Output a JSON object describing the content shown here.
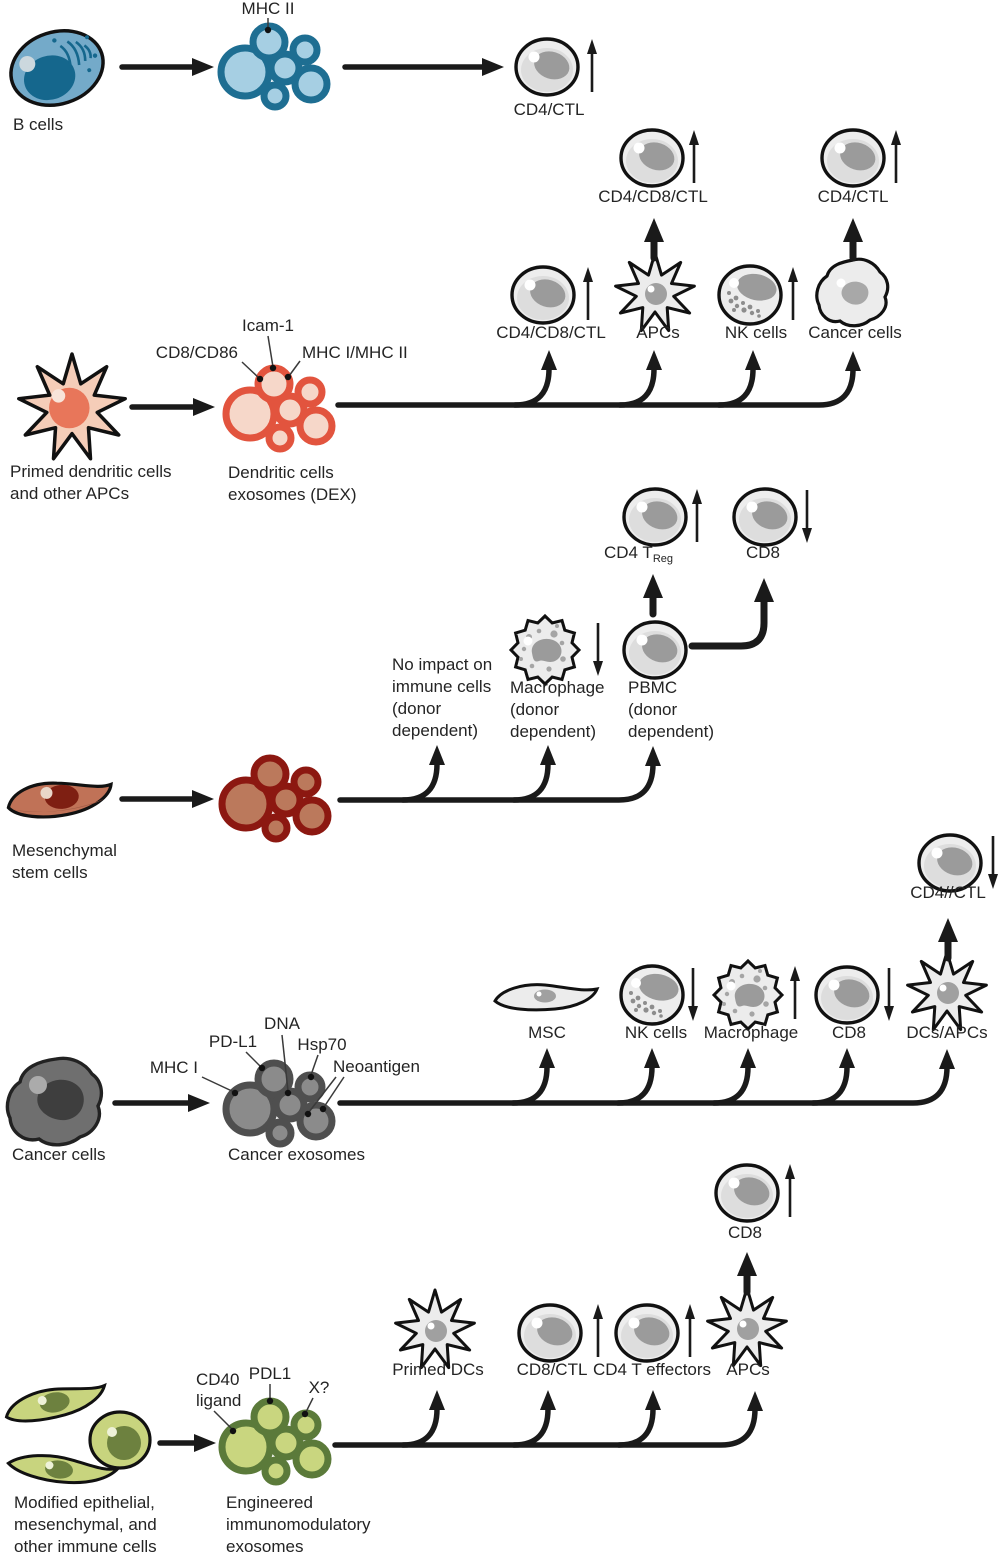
{
  "figure_type": "exosome-immunomodulation-pathway-diagram",
  "colors": {
    "b_cell_body": "#74aac9",
    "b_cell_nucleus": "#15678d",
    "b_exosome_ring": "#1e6e92",
    "b_exosome_fill": "#a6cfe3",
    "dendritic_body": "#f5cdb8",
    "dendritic_nucleus": "#e8765a",
    "dex_exosome_ring": "#e2543e",
    "dex_exosome_fill": "#f6d7c9",
    "msc_body": "#c07257",
    "msc_nucleus": "#7e1f12",
    "msc_exosome_ring": "#8c1811",
    "msc_exosome_fill": "#bb795c",
    "cancer_body": "#6f6f6f",
    "cancer_nucleus": "#3e3e3e",
    "cancer_exosome_ring": "#4f4f4f",
    "cancer_exosome_fill": "#8b8b8b",
    "engineered_body": "#c8d47e",
    "engineered_nucleus": "#6d813f",
    "engineered_exosome_ring": "#5b7a3a",
    "engineered_exosome_fill": "#c9d67f",
    "immune_cell_fill": "#ececec",
    "immune_cell_nucleus": "#9b9b9b",
    "line": "#1a1a1a",
    "text": "#242424"
  },
  "rows": [
    {
      "id": "b-cells",
      "source_label_lines": [
        "B cells"
      ],
      "exosome_markers": [
        {
          "label": "MHC II"
        }
      ],
      "targets": [
        {
          "label": "CD4/CTL",
          "effect": "up",
          "cell_type": "lymphocyte"
        }
      ]
    },
    {
      "id": "dendritic-cells",
      "source_label_lines": [
        "Primed dendritic cells",
        "and other APCs"
      ],
      "exosome_label_lines": [
        "Dendritic cells",
        "exosomes (DEX)"
      ],
      "exosome_markers": [
        {
          "label": "CD8/CD86"
        },
        {
          "label": "Icam-1"
        },
        {
          "label": "MHC I/MHC II"
        }
      ],
      "targets": [
        {
          "label": "CD4/CD8/CTL",
          "effect": "up",
          "cell_type": "lymphocyte"
        },
        {
          "label": "APCs",
          "effect": "none",
          "cell_type": "dendritic"
        },
        {
          "label": "NK cells",
          "effect": "up",
          "cell_type": "nk"
        },
        {
          "label": "Cancer cells",
          "effect": "none",
          "cell_type": "cancer"
        }
      ],
      "secondary": [
        {
          "label": "CD4/CD8/CTL",
          "effect": "up",
          "from": "APCs",
          "cell_type": "lymphocyte"
        },
        {
          "label": "CD4/CTL",
          "effect": "up",
          "from": "Cancer cells",
          "cell_type": "lymphocyte"
        }
      ]
    },
    {
      "id": "mesenchymal-stem-cells",
      "source_label_lines": [
        "Mesenchymal",
        "stem cells"
      ],
      "targets": [
        {
          "label_lines": [
            "No impact on",
            "immune cells",
            "(donor",
            "dependent)"
          ],
          "effect": "none",
          "cell_type": "none"
        },
        {
          "label_lines": [
            "Macrophage",
            "(donor",
            "dependent)"
          ],
          "effect": "down",
          "cell_type": "macrophage"
        },
        {
          "label_lines": [
            "PBMC",
            "(donor",
            "dependent)"
          ],
          "effect": "none",
          "cell_type": "lymphocyte"
        }
      ],
      "secondary": [
        {
          "label": "CD4 T",
          "sub": "Reg",
          "effect": "up",
          "from": "PBMC",
          "cell_type": "lymphocyte"
        },
        {
          "label": "CD8",
          "effect": "down",
          "from": "PBMC",
          "cell_type": "lymphocyte"
        }
      ]
    },
    {
      "id": "cancer-cells",
      "source_label_lines": [
        "Cancer cells"
      ],
      "exosome_label_lines": [
        "Cancer exosomes"
      ],
      "exosome_markers": [
        {
          "label": "PD-L1"
        },
        {
          "label": "DNA"
        },
        {
          "label": "Hsp70"
        },
        {
          "label": "MHC I"
        },
        {
          "label": "Neoantigen"
        }
      ],
      "targets": [
        {
          "label": "MSC",
          "effect": "none",
          "cell_type": "msc"
        },
        {
          "label": "NK cells",
          "effect": "down",
          "cell_type": "nk"
        },
        {
          "label": "Macrophage",
          "effect": "up",
          "cell_type": "macrophage"
        },
        {
          "label": "CD8",
          "effect": "down",
          "cell_type": "lymphocyte"
        },
        {
          "label": "DCs/APCs",
          "effect": "none",
          "cell_type": "dendritic"
        }
      ],
      "secondary": [
        {
          "label": "CD4//CTL",
          "effect": "down",
          "from": "DCs/APCs",
          "cell_type": "lymphocyte"
        }
      ]
    },
    {
      "id": "engineered-exosomes",
      "source_label_lines": [
        "Modified epithelial,",
        "mesenchymal, and",
        "other immune cells"
      ],
      "exosome_label_lines": [
        "Engineered",
        "immunomodulatory",
        "exosomes"
      ],
      "exosome_markers": [
        {
          "label_lines": [
            "CD40",
            "ligand"
          ]
        },
        {
          "label": "PDL1"
        },
        {
          "label": "X?"
        }
      ],
      "targets": [
        {
          "label": "Primed DCs",
          "effect": "none",
          "cell_type": "dendritic"
        },
        {
          "label": "CD8/CTL",
          "effect": "up",
          "cell_type": "lymphocyte"
        },
        {
          "label": "CD4 T effectors",
          "effect": "up",
          "cell_type": "lymphocyte"
        },
        {
          "label": "APCs",
          "effect": "none",
          "cell_type": "dendritic"
        }
      ],
      "secondary": [
        {
          "label": "CD8",
          "effect": "up",
          "from": "APCs",
          "cell_type": "lymphocyte"
        }
      ]
    }
  ]
}
